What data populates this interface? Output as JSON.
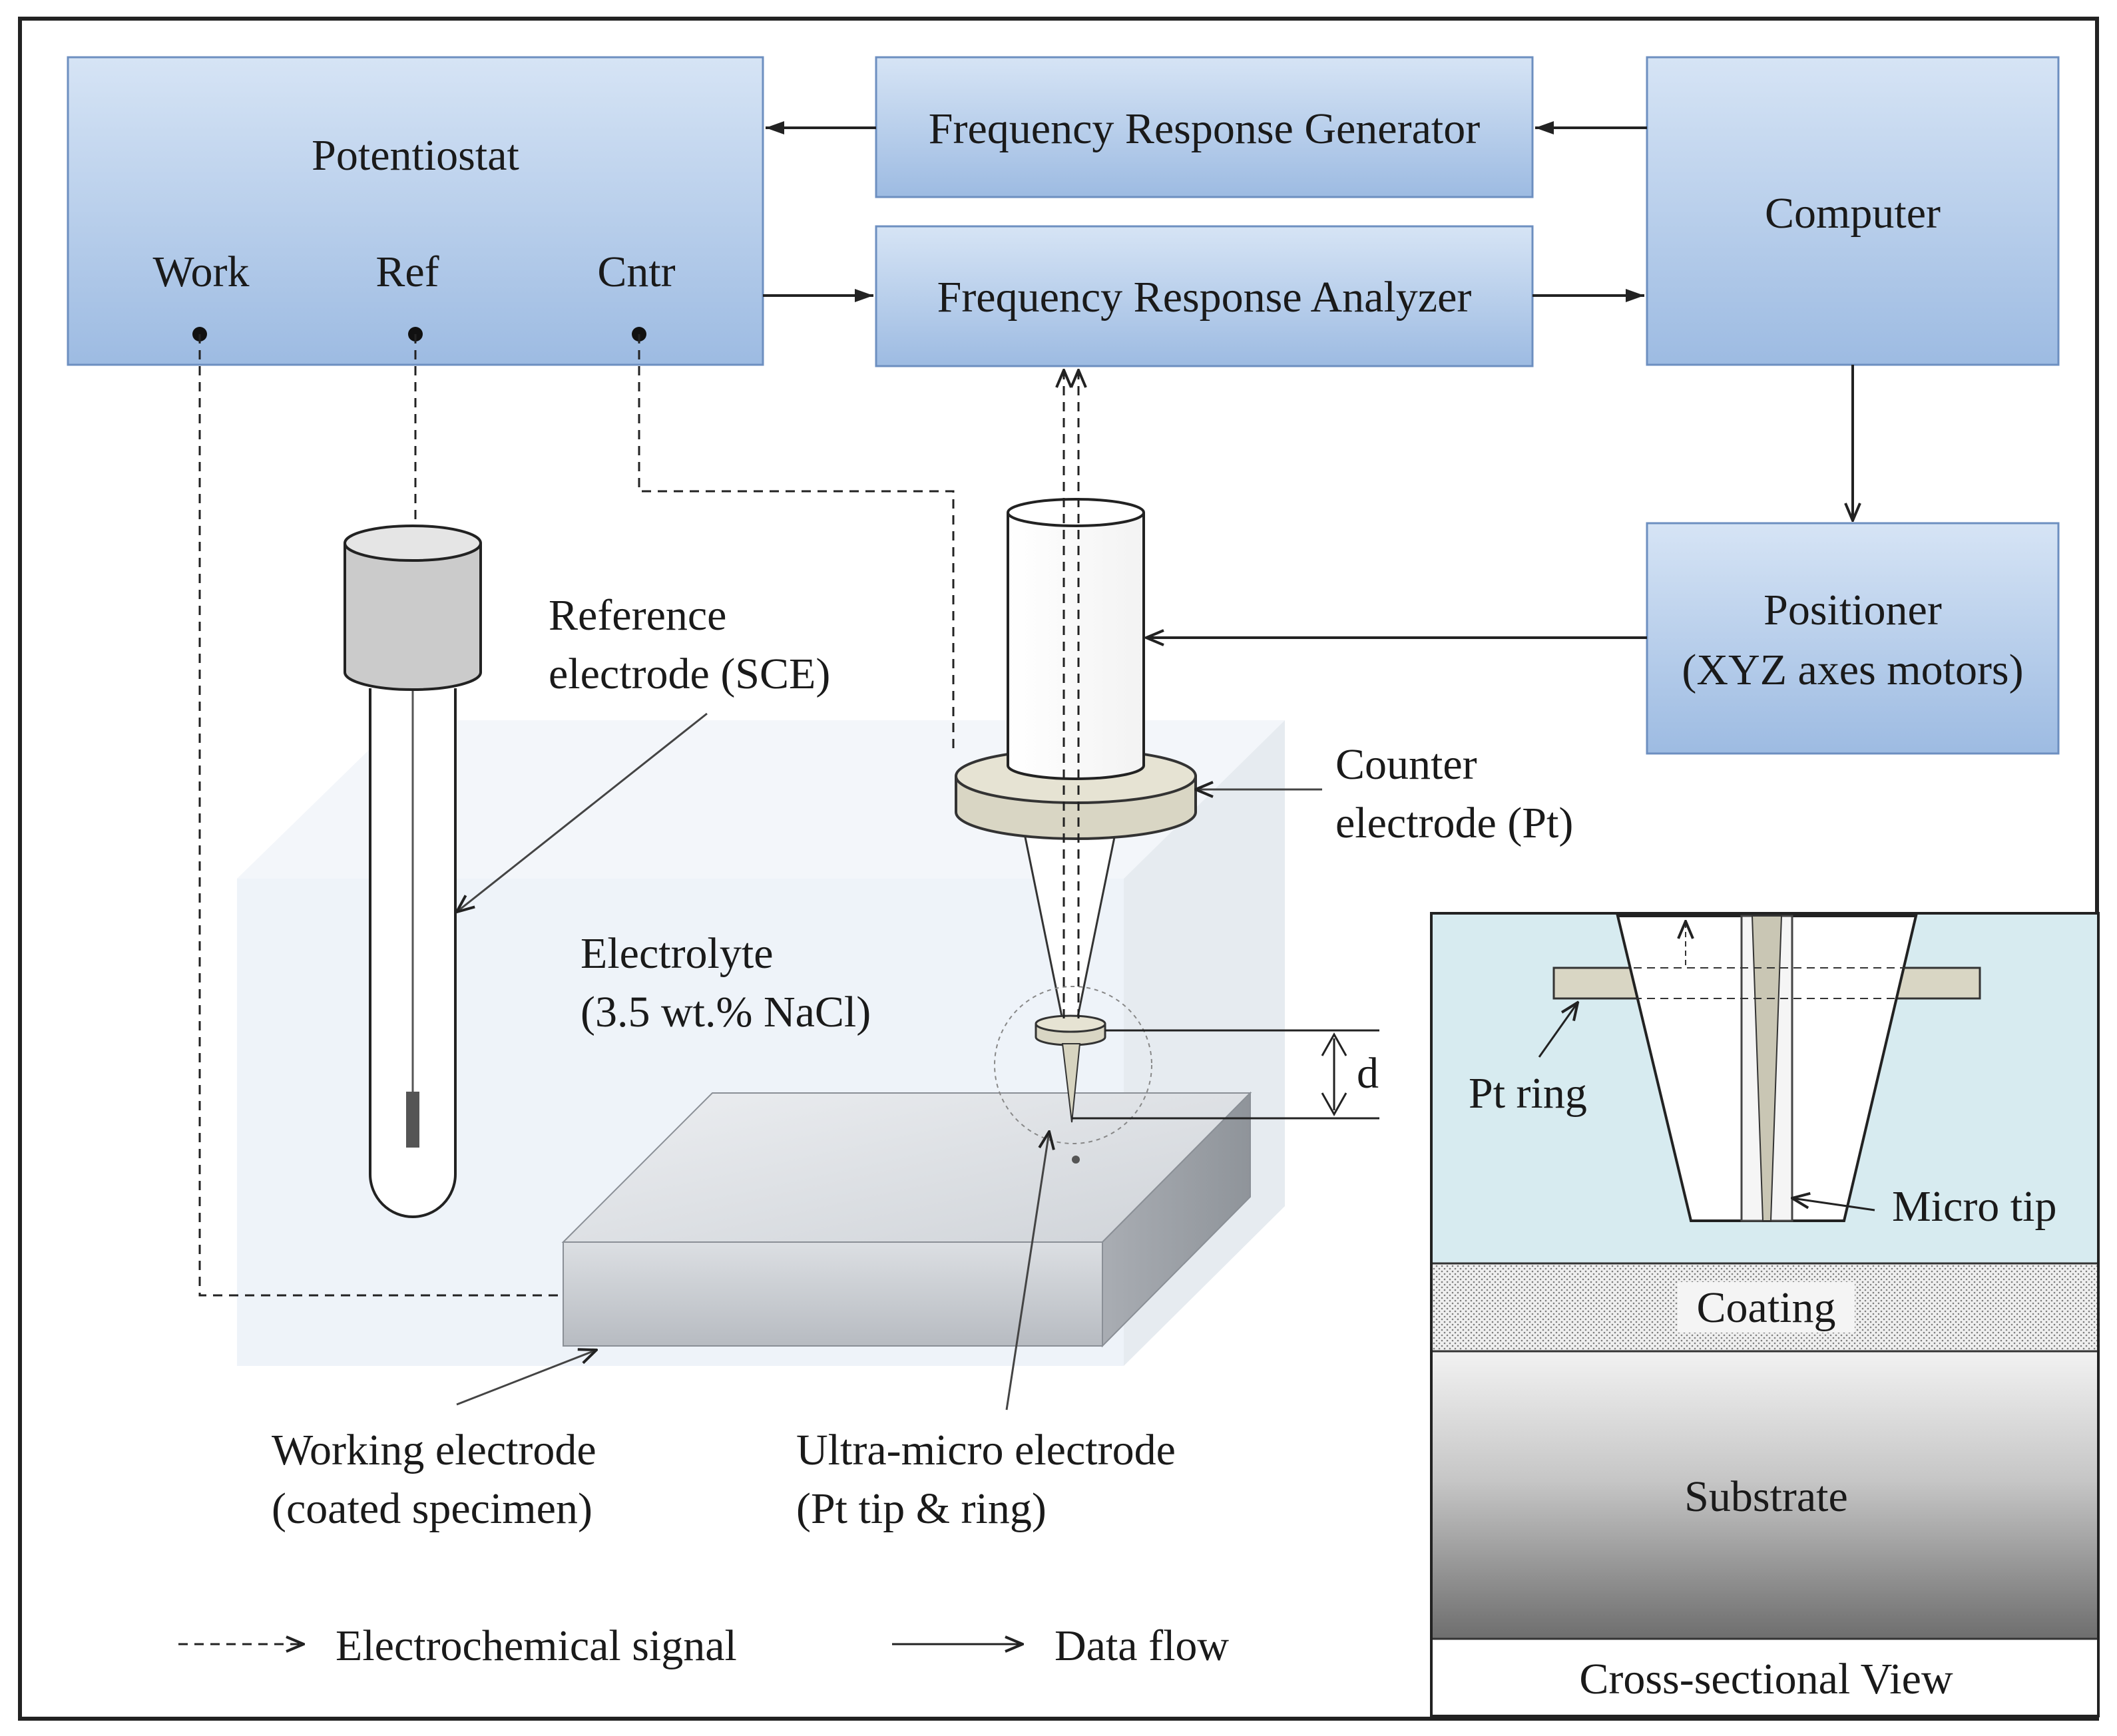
{
  "blocks": {
    "potentiostat": {
      "title": "Potentiostat",
      "work": "Work",
      "ref": "Ref",
      "cntr": "Cntr"
    },
    "generator": "Frequency Response Generator",
    "analyzer": "Frequency Response Analyzer",
    "computer": "Computer",
    "positioner": {
      "line1": "Positioner",
      "line2": "(XYZ axes motors)"
    }
  },
  "labels": {
    "reference_electrode": {
      "line1": "Reference",
      "line2": "electrode (SCE)"
    },
    "counter_electrode": {
      "line1": "Counter",
      "line2": "electrode (Pt)"
    },
    "electrolyte": {
      "line1": "Electrolyte",
      "line2": "(3.5 wt.% NaCl)"
    },
    "distance": "d",
    "working_electrode": {
      "line1": "Working electrode",
      "line2": "(coated specimen)"
    },
    "ultra_micro_electrode": {
      "line1": "Ultra-micro electrode",
      "line2": "(Pt tip & ring)"
    }
  },
  "inset": {
    "pt_ring": "Pt ring",
    "micro_tip": "Micro tip",
    "coating": "Coating",
    "substrate": "Substrate",
    "caption": "Cross-sectional View"
  },
  "legend": {
    "electrochemical_signal": "Electrochemical signal",
    "data_flow": "Data flow"
  },
  "colors": {
    "block_top": "#d4e2f4",
    "block_bottom": "#9fbce3",
    "block_border": "#6d8fc0",
    "electrolyte": "#eef3f9",
    "inset_bg": "#d7ebf0",
    "pt_ring": "#d9d6c4",
    "electrode_cap": "#cbcbcb"
  }
}
